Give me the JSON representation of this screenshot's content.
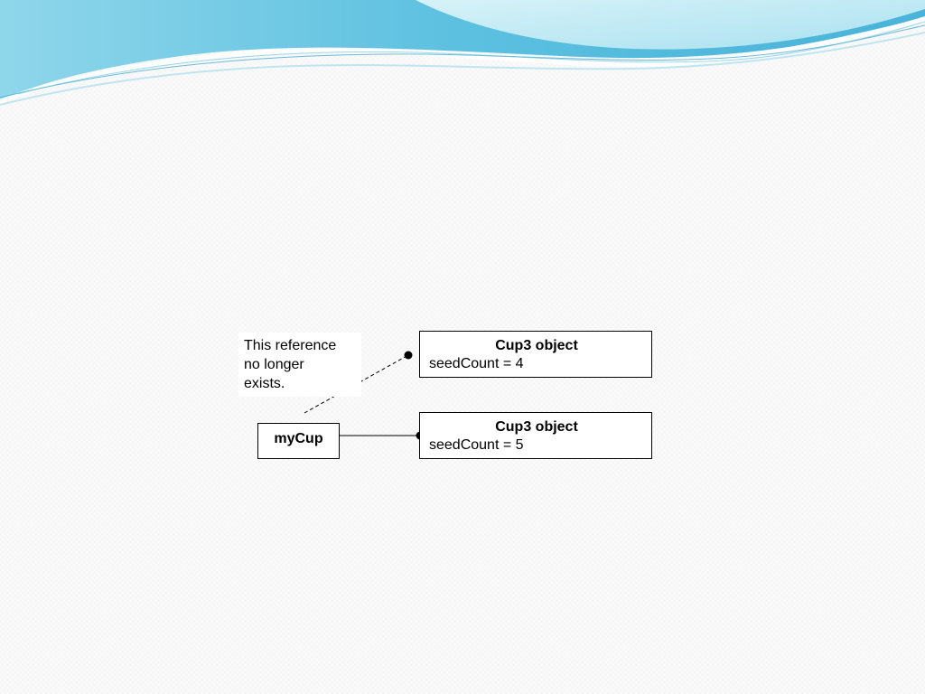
{
  "note": {
    "lines": [
      "This reference",
      "no longer",
      "exists."
    ]
  },
  "objects": [
    {
      "title": "Cup3 object",
      "field": "seedCount = 4"
    },
    {
      "title": "Cup3 object",
      "field": "seedCount = 5"
    }
  ],
  "variable": {
    "name": "myCup"
  },
  "colors": {
    "wave_light": "#bfe9f3",
    "wave_mid": "#7fd0e8",
    "wave_dark": "#3aaed6",
    "line": "#000000"
  }
}
